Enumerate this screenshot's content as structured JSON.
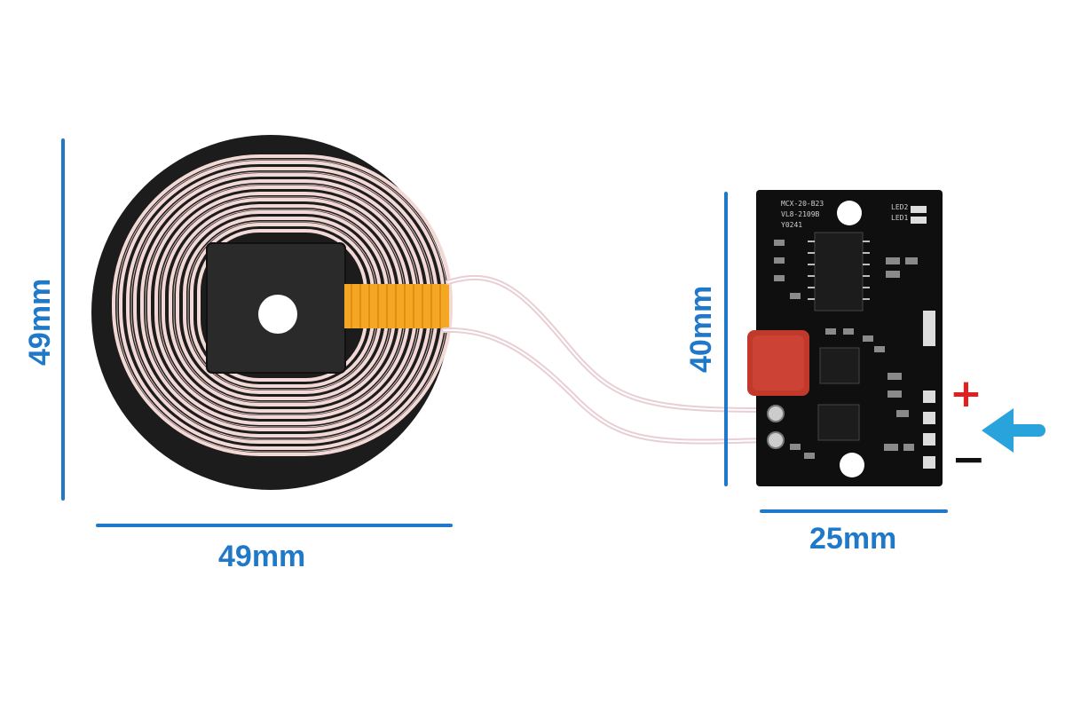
{
  "colors": {
    "dimension": "#1f78c8",
    "arrow": "#29a3db",
    "plus": "#e02020",
    "minus": "#111111",
    "coil_wire": "#f3d9d6",
    "coil_base": "#1c1c1c",
    "pcb": "#0f0f0f",
    "capacitor": "#c0392b",
    "ribbon": "#f5a623"
  },
  "dimensions": {
    "coil_height": "49mm",
    "coil_width": "49mm",
    "board_height": "40mm",
    "board_width": "25mm"
  },
  "board_silkscreen": {
    "line1": "MCX-20-B23",
    "line2": "VL8-2109B",
    "line3": "Y0241",
    "led1": "LED1",
    "led2": "LED2"
  },
  "polarity": {
    "plus": "+",
    "minus": "−"
  }
}
